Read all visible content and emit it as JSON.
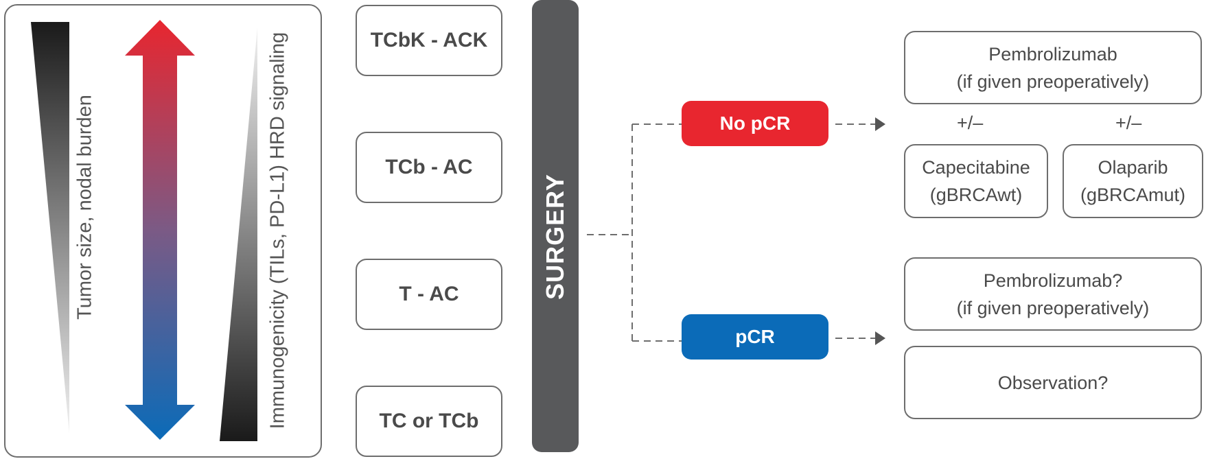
{
  "left_panel": {
    "tumor_label": "Tumor size, nodal burden",
    "immuno_label": "Immunogenicity (TILs, PD-L1) HRD signaling"
  },
  "regimens": [
    "TCbK - ACK",
    "TCb - AC",
    "T - AC",
    "TC or TCb"
  ],
  "surgery": {
    "label": "SURGERY"
  },
  "statuses": {
    "no_pcr": {
      "label": "No pCR",
      "color": "#e8262f"
    },
    "pcr": {
      "label": "pCR",
      "color": "#0b6bb8"
    }
  },
  "no_pcr_options": {
    "main": {
      "line1": "Pembrolizumab",
      "line2": "(if given preoperatively)"
    },
    "plus_minus_left": "+/–",
    "plus_minus_right": "+/–",
    "capecitabine": {
      "line1": "Capecitabine",
      "line2": "(gBRCAwt)"
    },
    "olaparib": {
      "line1": "Olaparib",
      "line2": "(gBRCAmut)"
    }
  },
  "pcr_options": {
    "pembrolizumab": {
      "line1": "Pembrolizumab?",
      "line2": "(if given preoperatively)"
    },
    "observation": {
      "label": "Observation?"
    }
  },
  "colors": {
    "arrow_top": "#e8262f",
    "arrow_bottom": "#0b6bb8",
    "surgery_bar": "#58595b",
    "connector": "#6d6d6d"
  }
}
